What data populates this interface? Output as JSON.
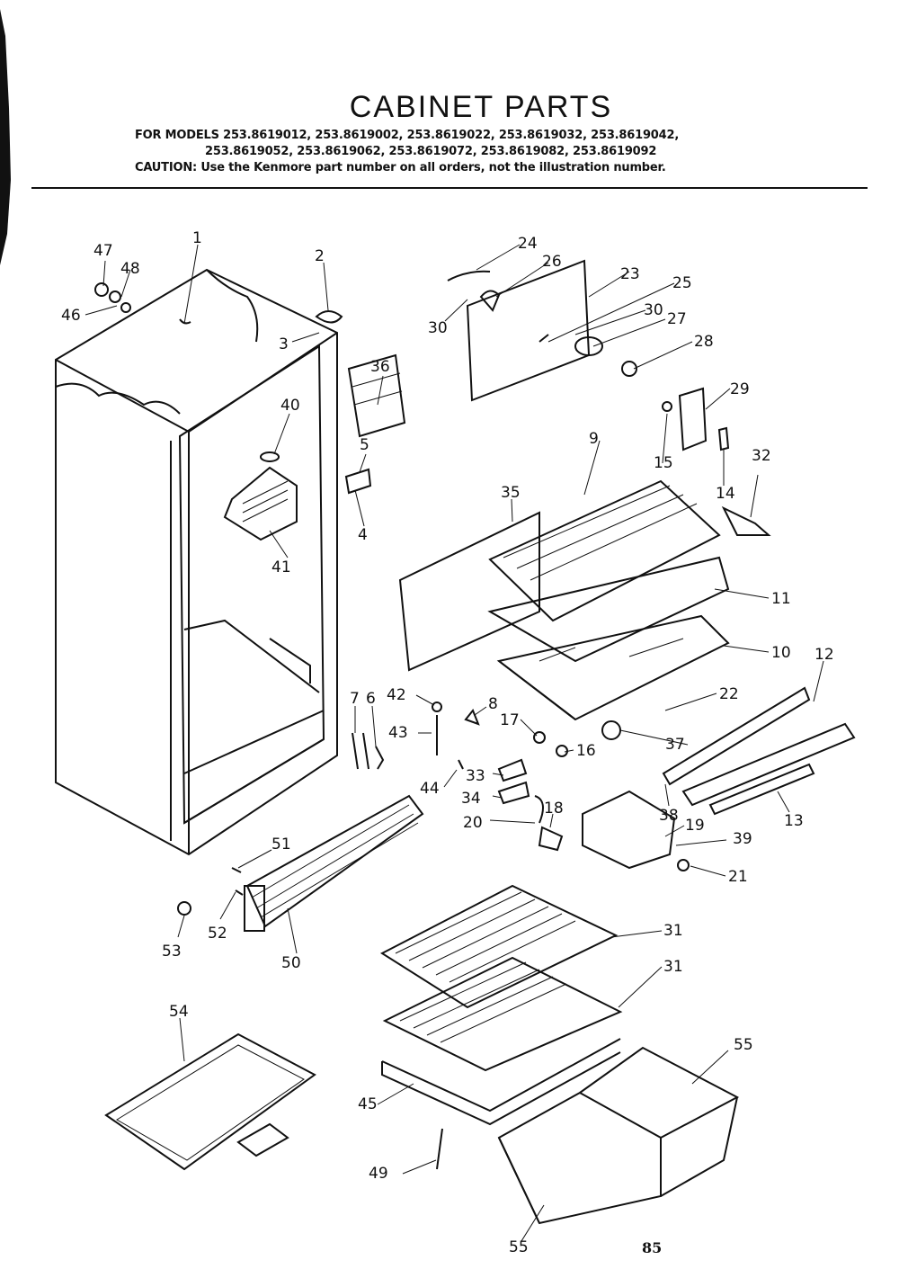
{
  "header": {
    "title": "CABINET PARTS",
    "models_row1": "FOR MODELS 253.8619012, 253.8619002, 253.8619022, 253.8619032, 253.8619042,",
    "models_row2": "253.8619052, 253.8619062, 253.8619072, 253.8619082, 253.8619092",
    "caution": "CAUTION: Use the Kenmore part number on all orders, not the illustration number."
  },
  "callouts": [
    "1",
    "2",
    "3",
    "4",
    "5",
    "6",
    "7",
    "8",
    "9",
    "10",
    "11",
    "12",
    "13",
    "14",
    "15",
    "16",
    "17",
    "18",
    "19",
    "20",
    "21",
    "22",
    "23",
    "24",
    "25",
    "26",
    "27",
    "28",
    "29",
    "30",
    "30",
    "31",
    "31",
    "32",
    "33",
    "34",
    "35",
    "36",
    "37",
    "38",
    "39",
    "40",
    "41",
    "42",
    "43",
    "44",
    "45",
    "46",
    "47",
    "48",
    "49",
    "50",
    "51",
    "52",
    "53",
    "54",
    "55",
    "55"
  ],
  "page_number": "85"
}
